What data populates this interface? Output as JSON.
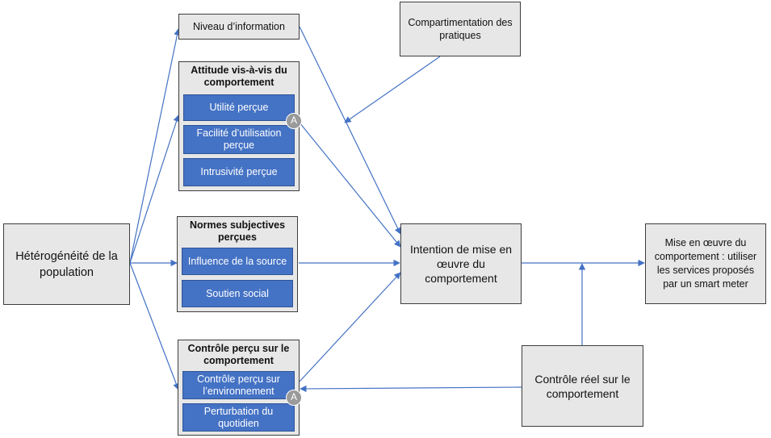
{
  "nodes": {
    "heterogeneite": "Hétérogénéité de la population",
    "niveau_information": "Niveau d’information",
    "compartimentation": "Compartimentation des pratiques",
    "attitude": {
      "title": "Attitude vis-à-vis du comportement",
      "items": [
        "Utilité perçue",
        "Facilité d’utilisation perçue",
        "Intrusivité perçue"
      ]
    },
    "normes": {
      "title": "Normes subjectives perçues",
      "items": [
        "Influence de la source",
        "Soutien social"
      ]
    },
    "controle_percu": {
      "title": "Contrôle perçu sur le comportement",
      "items": [
        "Contrôle perçu sur l’environnement",
        "Perturbation du quotidien"
      ]
    },
    "intention": "Intention de mise en œuvre du comportement",
    "mise_en_oeuvre": "Mise en œuvre du comportement : utiliser les services proposés par un smart meter",
    "controle_reel": "Contrôle réel sur le comportement"
  },
  "badges": [
    "A",
    "A"
  ],
  "colors": {
    "box_fill": "#e7e7e7",
    "sub_box_fill": "#4472c4",
    "arrow": "#4472c4",
    "badge": "#9a9a9a"
  }
}
